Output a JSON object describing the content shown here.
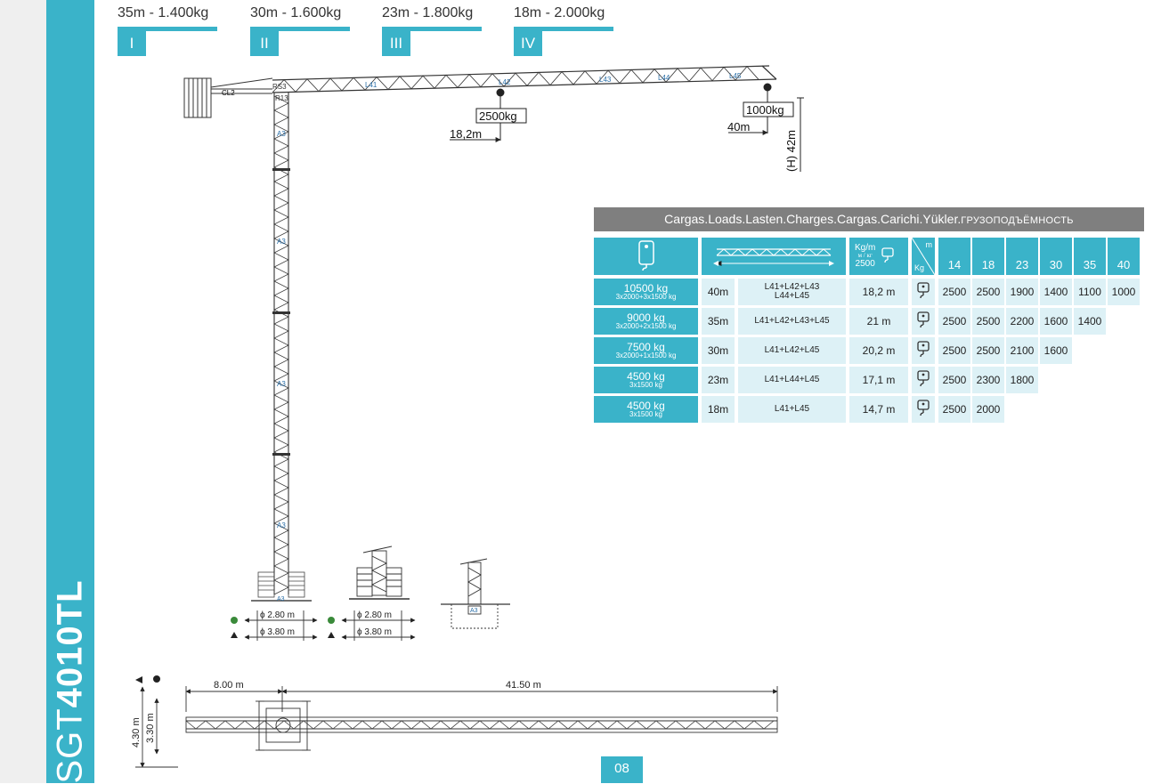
{
  "model": {
    "prefix": "SGT",
    "number": "4010TL"
  },
  "configs": [
    {
      "roman": "I",
      "spec": "35m - 1.400kg"
    },
    {
      "roman": "II",
      "spec": "30m - 1.600kg"
    },
    {
      "roman": "III",
      "spec": "23m - 1.800kg"
    },
    {
      "roman": "IV",
      "spec": "18m - 2.000kg"
    }
  ],
  "crane_labels": {
    "cl2": "CL2",
    "rs3": "RS3",
    "r13": "R13",
    "l41": "L41",
    "l42": "L42",
    "l43": "L43",
    "l44": "L44",
    "l45": "L45",
    "mast_a3": "A3",
    "load_near": "2500kg",
    "radius_near": "18,2m",
    "load_tip": "1000kg",
    "radius_tip": "40m",
    "height": "(H) 42m"
  },
  "base_dims": {
    "d_inner": "ϕ 2.80 m",
    "d_outer": "ϕ 3.80 m",
    "d_inner_2": "ϕ 2.80 m",
    "d_outer_2": "ϕ 3.80 m",
    "anchor_label": "A3"
  },
  "transport": {
    "len_counter": "8.00 m",
    "len_jib": "41.50 m",
    "h_total": "4.30 m",
    "h_mast": "3.30 m"
  },
  "table": {
    "title_main": "Cargas.Loads.Lasten.Charges.Cargas.Carichi.Yükler.",
    "title_ru": "ГРУЗОПОДЪЁМНОСТЬ",
    "head": {
      "kgm": "Kg/m",
      "kgm_ru": "м / кг",
      "kgm_val": "2500",
      "m": "m",
      "kg": "Kg",
      "radii": [
        "14",
        "18",
        "23",
        "30",
        "35",
        "40"
      ]
    },
    "rows": [
      {
        "ballast": "10500 kg",
        "ballast_detail": "3x2000+3x1500 kg",
        "jib": "40m",
        "sections_1": "L41+L42+L43",
        "sections_2": "L44+L45",
        "reach": "18,2 m",
        "loads": [
          "2500",
          "2500",
          "1900",
          "1400",
          "1100",
          "1000"
        ]
      },
      {
        "ballast": "9000 kg",
        "ballast_detail": "3x2000+2x1500 kg",
        "jib": "35m",
        "sections_1": "L41+L42+L43+L45",
        "sections_2": "",
        "reach": "21 m",
        "loads": [
          "2500",
          "2500",
          "2200",
          "1600",
          "1400"
        ]
      },
      {
        "ballast": "7500 kg",
        "ballast_detail": "3x2000+1x1500 kg",
        "jib": "30m",
        "sections_1": "L41+L42+L45",
        "sections_2": "",
        "reach": "20,2 m",
        "loads": [
          "2500",
          "2500",
          "2100",
          "1600"
        ]
      },
      {
        "ballast": "4500 kg",
        "ballast_detail": "3x1500 kg",
        "jib": "23m",
        "sections_1": "L41+L44+L45",
        "sections_2": "",
        "reach": "17,1 m",
        "loads": [
          "2500",
          "2300",
          "1800"
        ]
      },
      {
        "ballast": "4500 kg",
        "ballast_detail": "3x1500 kg",
        "jib": "18m",
        "sections_1": "L41+L45",
        "sections_2": "",
        "reach": "14,7 m",
        "loads": [
          "2500",
          "2000"
        ]
      }
    ]
  },
  "page": {
    "number": "08"
  },
  "colors": {
    "accent": "#3ab3c9",
    "light_cell": "#ddf1f6",
    "title_bar": "#7f7f7f"
  }
}
